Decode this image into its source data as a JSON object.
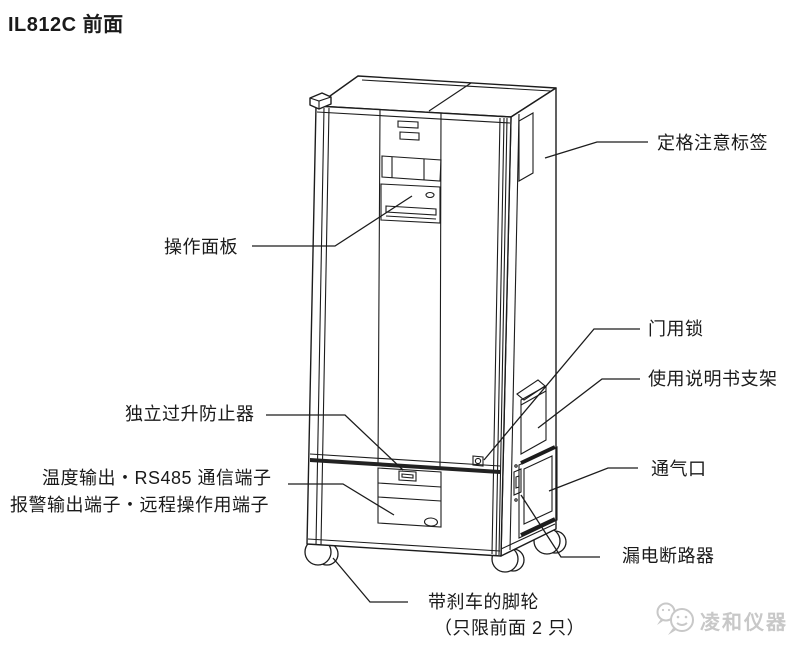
{
  "page": {
    "title": "IL812C 前面"
  },
  "diagram": {
    "callouts": {
      "rating_label": "定格注意标签",
      "operation_panel": "操作面板",
      "door_lock": "门用锁",
      "manual_holder": "使用说明书支架",
      "overheat_preventer": "独立过升防止器",
      "temp_output_terminal": "温度输出・RS485 通信端子",
      "alarm_output_terminal": "报警输出端子・远程操作用端子",
      "vent": "通气口",
      "leakage_breaker": "漏电断路器",
      "caster": "带刹车的脚轮",
      "caster_note": "（只限前面 2 只）"
    }
  },
  "watermark": {
    "text": "凌和仪器",
    "icon": "wechat-chat-bubbles-icon",
    "color": "#c8c8c8"
  },
  "colors": {
    "background": "#ffffff",
    "line": "#1c1c1c",
    "text": "#1a1a1a"
  }
}
